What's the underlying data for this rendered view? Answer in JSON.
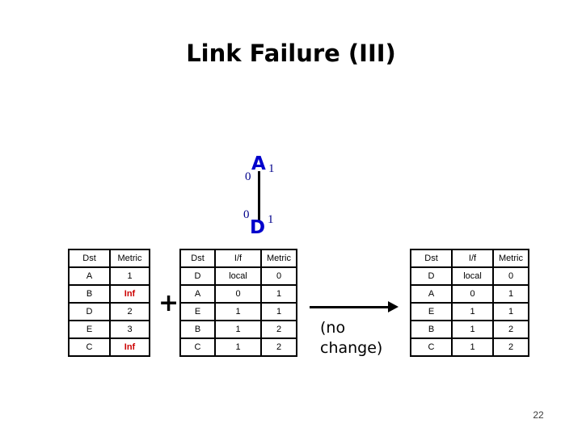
{
  "slide": {
    "title": "Link Failure (III)",
    "page_number": "22"
  },
  "diagram": {
    "top_node": "A",
    "bottom_node": "D",
    "top_left_port": "0",
    "top_right_port": "1",
    "bottom_left_port": "0",
    "bottom_right_port": "1"
  },
  "operator": {
    "plus": "+"
  },
  "annotation": {
    "line1": "(no",
    "line2": "change)"
  },
  "tables": {
    "left": {
      "headers": [
        "Dst",
        "Metric"
      ],
      "rows": [
        [
          "A",
          "1"
        ],
        [
          "B",
          "Inf"
        ],
        [
          "D",
          "2"
        ],
        [
          "E",
          "3"
        ],
        [
          "C",
          "Inf"
        ]
      ],
      "highlight": "Inf"
    },
    "middle": {
      "headers": [
        "Dst",
        "I/f",
        "Metric"
      ],
      "rows": [
        [
          "D",
          "local",
          "0"
        ],
        [
          "A",
          "0",
          "1"
        ],
        [
          "E",
          "1",
          "1"
        ],
        [
          "B",
          "1",
          "2"
        ],
        [
          "C",
          "1",
          "2"
        ]
      ]
    },
    "right": {
      "headers": [
        "Dst",
        "I/f",
        "Metric"
      ],
      "rows": [
        [
          "D",
          "local",
          "0"
        ],
        [
          "A",
          "0",
          "1"
        ],
        [
          "E",
          "1",
          "1"
        ],
        [
          "B",
          "1",
          "2"
        ],
        [
          "C",
          "1",
          "2"
        ]
      ]
    }
  },
  "colors": {
    "title_text": "#000000",
    "node_letters": "#0000CC",
    "port_numbers": "#00008B",
    "infinity": "#CC0000",
    "table_border": "#000000",
    "lines": "#000000"
  }
}
